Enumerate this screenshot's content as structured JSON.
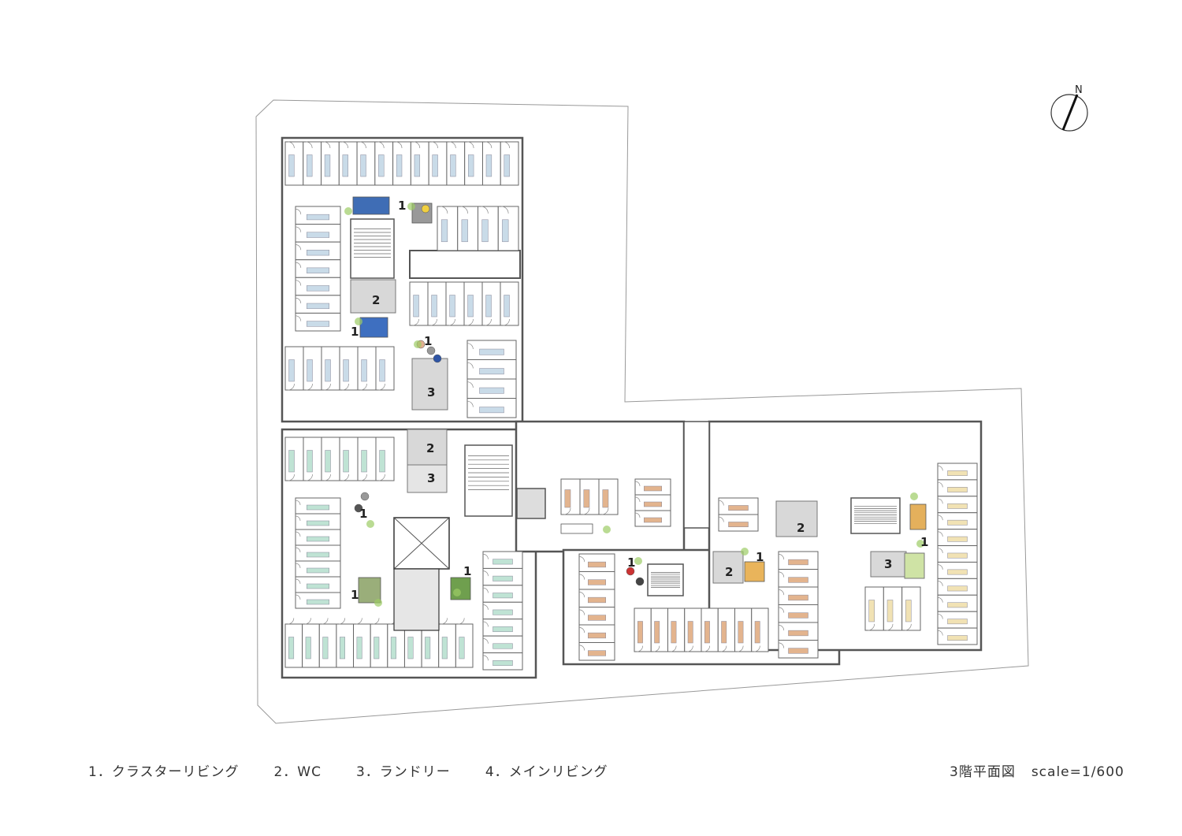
{
  "drawing": {
    "title": "3階平面図",
    "scale": "scale=1/600",
    "north_label": "N"
  },
  "legend": [
    {
      "label": "1．クラスターリビング"
    },
    {
      "label": "2．WC"
    },
    {
      "label": "3．ランドリー"
    },
    {
      "label": "4．メインリビング"
    }
  ],
  "plan_labels": {
    "nw_living_top": "1",
    "nw_wc": "2",
    "nw_living_mid": "1",
    "nw_living_center": "1",
    "nw_laundry": "3",
    "sw_wc": "2",
    "sw_laundry": "3",
    "sw_living_top": "1",
    "sw_living_bottom": "1",
    "sw_living_right": "1",
    "mid_living": "1",
    "mid_wc": "2",
    "mid_living_right": "1",
    "east_wc": "2",
    "east_living": "1",
    "east_laundry": "3"
  },
  "colors": {
    "wall": "#555555",
    "nw_bed": "#c9dbe8",
    "sw_bed": "#bfe3d4",
    "mid_bed": "#e3b48e",
    "east_bed": "#f1e2b4",
    "service": "#d8d8d8",
    "plant": "#9ccc65"
  }
}
